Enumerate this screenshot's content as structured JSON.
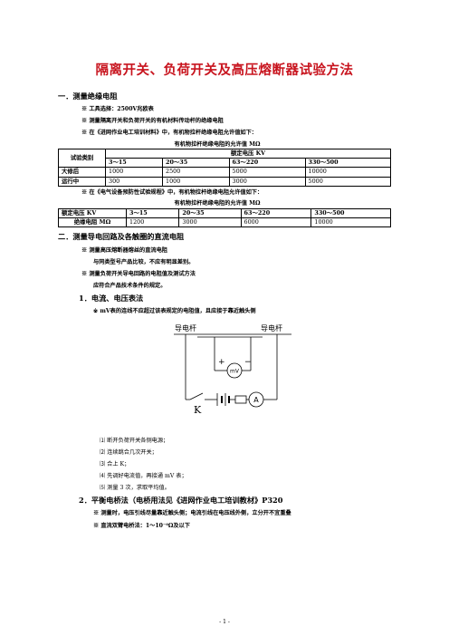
{
  "title": "隔离开关、负荷开关及高压熔断器试验方法",
  "section1": {
    "heading": "一．测量绝缘电阻",
    "items": [
      "※ 工具选择：2500V兆欧表",
      "※ 测量隔离开关和负荷开关的有机材料传动杆的绝缘电阻",
      "※ 在《进网作业电工培训材料》中，有机物拉杆绝缘电阻允许值如下："
    ],
    "table1": {
      "caption": "有机物拉杆绝缘电阻的允许值 MΩ",
      "row_header": "试验类别",
      "group_header": "额定电压 KV",
      "columns": [
        "3～15",
        "20～35",
        "63～220",
        "330～500"
      ],
      "rows": [
        {
          "label": "大修后",
          "values": [
            "1000",
            "2500",
            "5000",
            "10000"
          ]
        },
        {
          "label": "运行中",
          "values": [
            "300",
            "1000",
            "3000",
            "5000"
          ]
        }
      ]
    },
    "note2": "※ 在《电气设备预防性试验规程》中，有机物拉杆绝缘电阻允许值如下：",
    "table2": {
      "caption": "有机物拉杆绝缘电阻的允许值 MΩ",
      "header": [
        "额定电压 KV",
        "3～15",
        "20～35",
        "63～220",
        "330～500"
      ],
      "row": [
        "绝缘电阻 MΩ",
        "1200",
        "3000",
        "6000",
        "10000"
      ]
    }
  },
  "section2": {
    "heading": "二．测量导电回路及各触圈的直流电阻",
    "items": [
      "※ 测量高压熔断器熔丝的直流电阻",
      "与同类型号产品比较，不应有明显差别。",
      "※ 测量负荷开关导电回路的电阻值及测试方法",
      "应符合产品技术条件的规定。"
    ],
    "sub1": {
      "heading": "1．电流、电压表法",
      "note": "※ mV表的连线不应超过该表规定的电阻值，且应接于靠近触头侧",
      "diagram": {
        "left_label": "导电杆",
        "right_label": "导电杆",
        "plus": "+",
        "minus": "−",
        "mv": "mV",
        "ammeter": "A",
        "switch_label": "K"
      },
      "steps": [
        "⑴ 断开负荷开关各侧电源；",
        "⑵ 连续跳合几次开关；",
        "⑶ 合上 K；",
        "⑷ 先调好电流值，再接通 mV 表；",
        "⑸ 测量 3 次，求取平均值。"
      ]
    },
    "sub2": {
      "heading": "2．平衡电桥法（电桥用法见《进网作业电工培训教材》P320",
      "items": [
        "※ 测量时，电压引线尽量靠近触头侧；电流引线在电压线外侧，立分开不宜重叠",
        "※ 直流双臂电桥法：1～10⁻⁶Ω及以下"
      ]
    }
  },
  "page_number": "- 1 -"
}
